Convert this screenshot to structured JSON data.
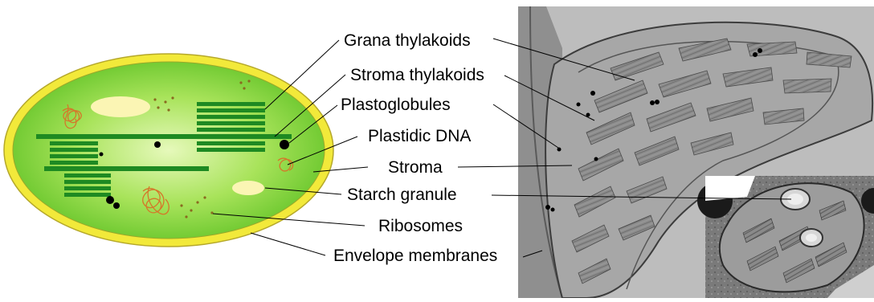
{
  "labels": {
    "grana_thylakoids": "Grana thylakoids",
    "stroma_thylakoids": "Stroma thylakoids",
    "plastoglobules": "Plastoglobules",
    "plastidic_dna": "Plastidic DNA",
    "stroma": "Stroma",
    "starch_granule": "Starch granule",
    "ribosomes": "Ribosomes",
    "envelope_membranes": "Envelope membranes"
  },
  "colors": {
    "envelope_outer": "#f2e93a",
    "stroma_fill": "#7fd43a",
    "stroma_light": "#d8f5a0",
    "thylakoid": "#1e8a22",
    "starch": "#fbf5b4",
    "dna": "#d4782a",
    "ribosome": "#8a6a20",
    "micrograph": "#8e8e8e"
  }
}
